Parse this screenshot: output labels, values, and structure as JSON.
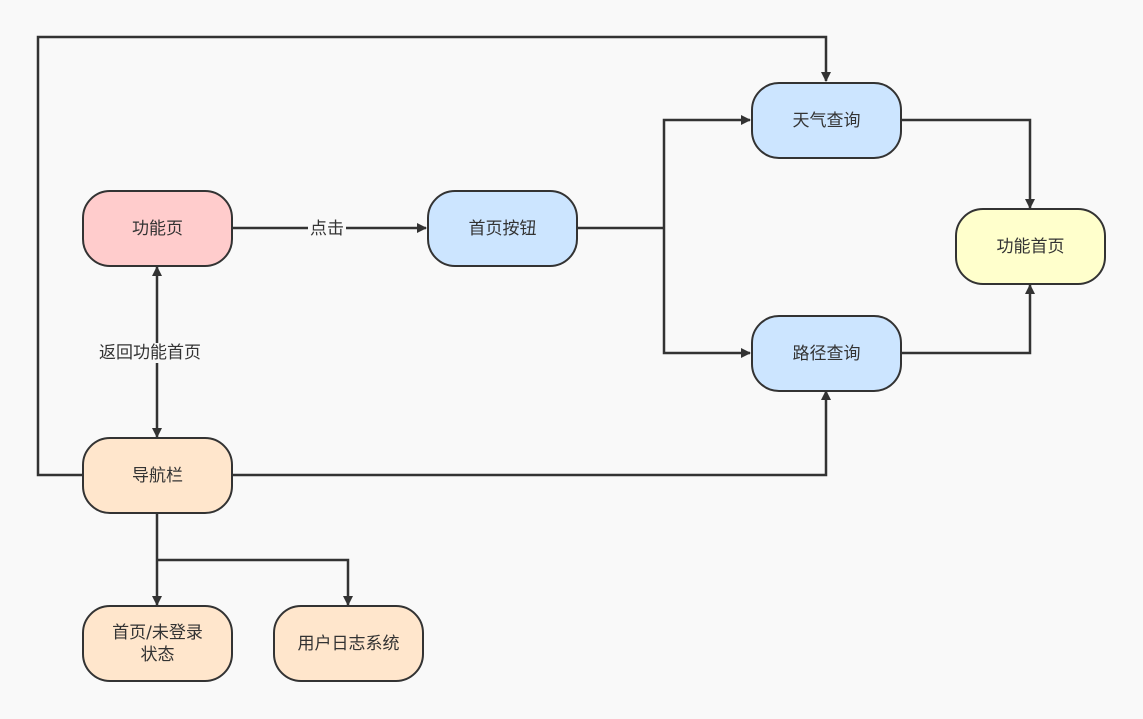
{
  "colors": {
    "pink": "#ffcccc",
    "blue": "#cce5ff",
    "yellow": "#ffffcc",
    "peach": "#ffe6cc",
    "stroke": "#333333",
    "background": "#f9f9f9"
  },
  "nodes": {
    "function_page": "功能页",
    "home_button": "首页按钮",
    "weather_query": "天气查询",
    "route_query": "路径查询",
    "function_home": "功能首页",
    "navbar": "导航栏",
    "home_logged_out": "首页/未登录\n状态",
    "user_log_system": "用户日志系统"
  },
  "edges": {
    "click_label": "点击",
    "back_label": "返回功能首页"
  }
}
